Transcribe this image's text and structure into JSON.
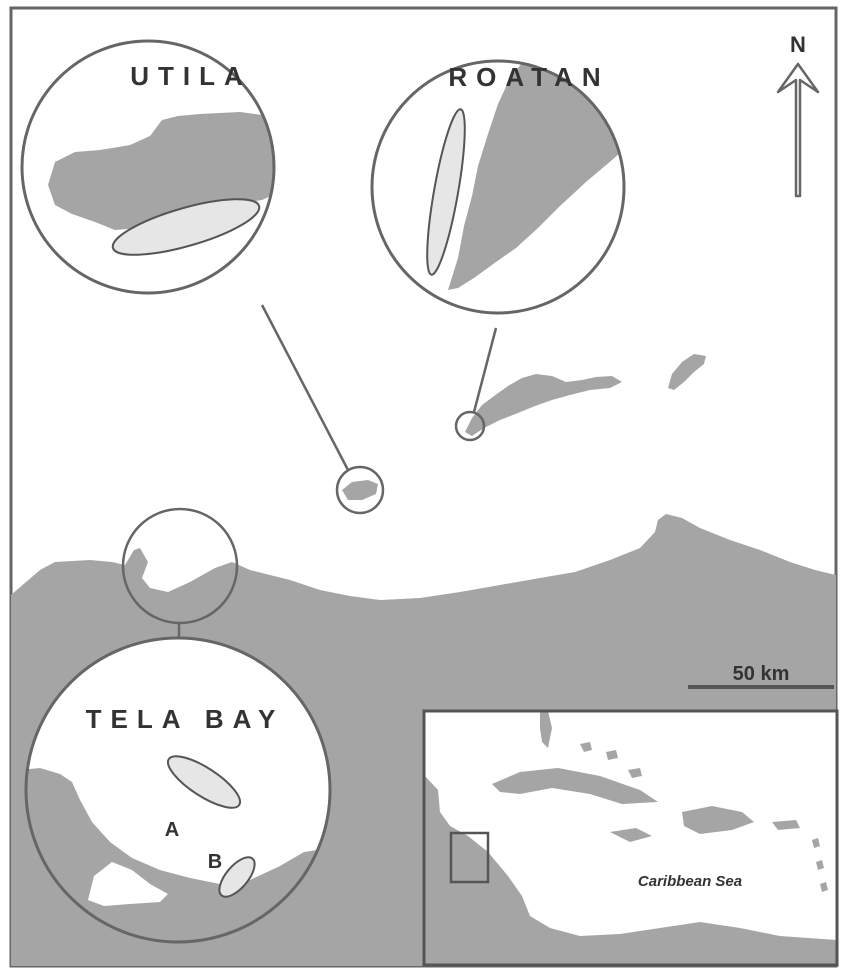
{
  "colors": {
    "land": "#a5a5a5",
    "water": "#ffffff",
    "outline": "#666666",
    "site": "#e6e6e6",
    "text": "#333333"
  },
  "north_arrow": {
    "label": "N",
    "icon": "north-arrow-icon"
  },
  "scale_bar": {
    "label": "50 km"
  },
  "insets": {
    "utila": {
      "title": "UTILA"
    },
    "roatan": {
      "title": "ROATAN"
    },
    "tela_bay": {
      "title": "TELA BAY",
      "sites": [
        "A",
        "B"
      ]
    }
  },
  "locator_map": {
    "sea_label": "Caribbean Sea"
  }
}
